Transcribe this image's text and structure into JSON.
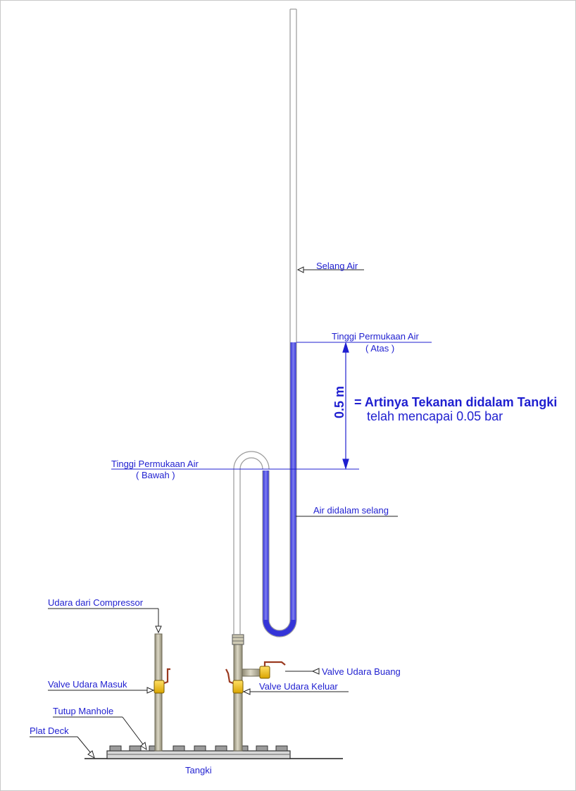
{
  "labels": {
    "selang_air": "Selang Air",
    "tinggi_atas": "Tinggi Permukaan Air",
    "atas": "( Atas )",
    "tinggi_bawah": "Tinggi Permukaan Air",
    "bawah": "( Bawah )",
    "height_dim": "0.5 m",
    "meaning_line1": "= Artinya Tekanan didalam Tangki",
    "meaning_line2": "telah mencapai 0.05 bar",
    "air_didalam": "Air didalam selang",
    "udara_compressor": "Udara dari Compressor",
    "valve_buang": "Valve Udara Buang",
    "valve_masuk": "Valve Udara Masuk",
    "valve_keluar": "Valve Udara Keluar",
    "tutup_manhole": "Tutup Manhole",
    "plat_deck": "Plat Deck",
    "tangki": "Tangki"
  },
  "colors": {
    "label_text": "#1f1fd0",
    "water": "#2a2ad8",
    "hose_outline": "#9a9a9a",
    "pipe": "#c8c2a8",
    "valve_body": "#f2c200",
    "valve_handle": "#9a3a20",
    "level_line": "#1f1fd0"
  },
  "icons": [
    "pressure-manometer-diagram",
    "ball-valve-icon"
  ]
}
